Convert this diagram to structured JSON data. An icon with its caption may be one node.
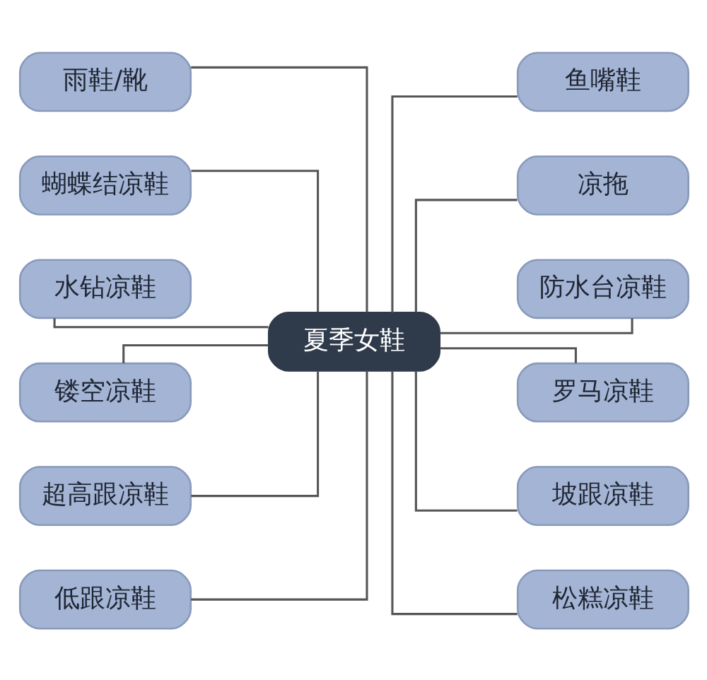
{
  "diagram": {
    "nodes": [
      {
        "text": [
          "夏季女鞋"
        ]
      },
      {
        "text": [
          "雨鞋/靴"
        ]
      },
      {
        "text": [
          "蝴蝶结凉鞋"
        ]
      },
      {
        "text": [
          "水钻凉鞋"
        ]
      },
      {
        "text": [
          "镂空凉鞋"
        ]
      },
      {
        "text": [
          "超高跟凉鞋"
        ]
      },
      {
        "text": [
          "低跟凉鞋"
        ]
      },
      {
        "text": [
          "鱼嘴鞋"
        ]
      },
      {
        "text": [
          "凉拖"
        ]
      },
      {
        "text": [
          "防水台凉鞋"
        ]
      },
      {
        "text": [
          "罗马凉鞋"
        ]
      },
      {
        "text": [
          "坡跟凉鞋"
        ]
      },
      {
        "text": [
          "松糕凉鞋"
        ]
      }
    ],
    "edges": [
      {
        "from": 0,
        "to": 1,
        "arrow": "none"
      },
      {
        "from": 0,
        "to": 2,
        "arrow": "none"
      },
      {
        "from": 0,
        "to": 3,
        "arrow": "none"
      },
      {
        "from": 0,
        "to": 4,
        "arrow": "none"
      },
      {
        "from": 0,
        "to": 5,
        "arrow": "none"
      },
      {
        "from": 0,
        "to": 6,
        "arrow": "none"
      },
      {
        "from": 0,
        "to": 7,
        "arrow": "none"
      },
      {
        "from": 0,
        "to": 8,
        "arrow": "none"
      },
      {
        "from": 0,
        "to": 9,
        "arrow": "none"
      },
      {
        "from": 0,
        "to": 10,
        "arrow": "none"
      },
      {
        "from": 0,
        "to": 11,
        "arrow": "none"
      },
      {
        "from": 0,
        "to": 12,
        "arrow": "none"
      }
    ]
  }
}
